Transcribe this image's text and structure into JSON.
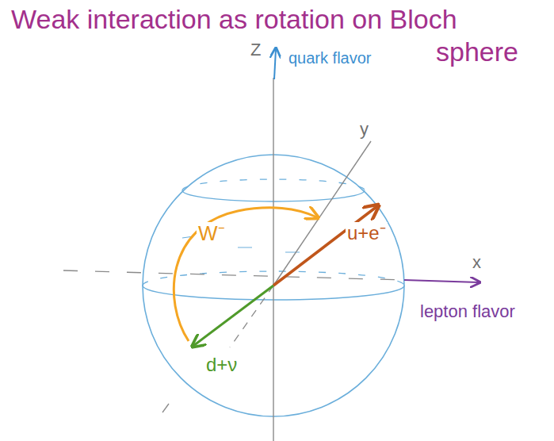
{
  "diagram": {
    "title": "Weak interaction as rotation on Bloch sphere",
    "labels": [
      "Z",
      "quark flavor",
      "y",
      "x",
      "lepton flavor",
      "W⁻",
      "u+e⁻",
      "d+ν"
    ]
  }
}
